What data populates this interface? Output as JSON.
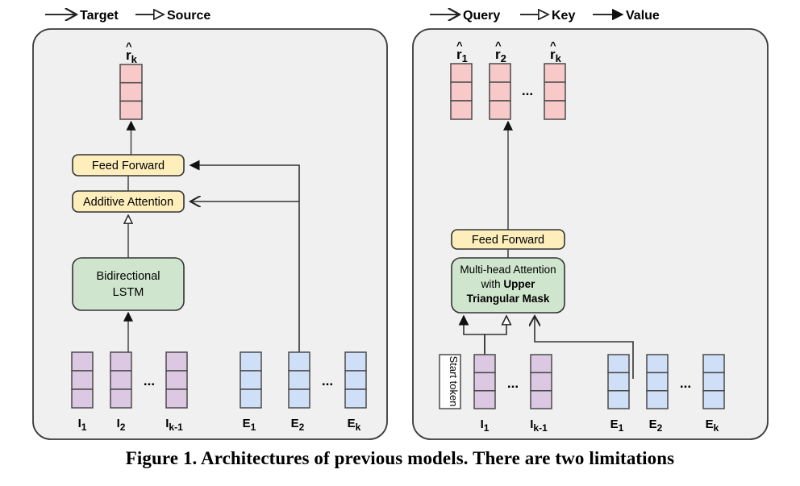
{
  "figure": {
    "caption": "Figure 1.  Architectures of previous models.  There are two limitations",
    "colors": {
      "panel_fill": "#f0f0f0",
      "panel_stroke": "#3a3a3a",
      "output_block": "#f7c9c9",
      "input_token": "#dcc8e2",
      "source_token": "#cfdff7",
      "process_yellow": "#fdeebc",
      "process_green": "#cfe5cd",
      "stroke": "#333333",
      "white": "#ffffff"
    }
  },
  "left_panel": {
    "legend": [
      {
        "label": "Target",
        "arrow": "plain-arrow-icon"
      },
      {
        "label": "Source",
        "arrow": "open-triangle-arrow-icon"
      }
    ],
    "outputs": [
      {
        "label_base": "r",
        "label_sub": "k",
        "hat": true
      }
    ],
    "blocks": [
      {
        "name": "feed-forward",
        "label": "Feed Forward",
        "style": "yellow"
      },
      {
        "name": "additive-attention",
        "label": "Additive Attention",
        "style": "yellow"
      },
      {
        "name": "bidirectional-lstm",
        "label_line1": "Bidirectional",
        "label_line2": "LSTM",
        "style": "green"
      }
    ],
    "input_tokens": [
      {
        "base": "I",
        "sub": "1"
      },
      {
        "base": "I",
        "sub": "2"
      },
      {
        "ellipsis": "..."
      },
      {
        "base": "I",
        "sub": "k-1"
      }
    ],
    "source_tokens": [
      {
        "base": "E",
        "sub": "1"
      },
      {
        "base": "E",
        "sub": "2"
      },
      {
        "ellipsis": "..."
      },
      {
        "base": "E",
        "sub": "k"
      }
    ]
  },
  "right_panel": {
    "legend": [
      {
        "label": "Query",
        "arrow": "plain-arrow-icon"
      },
      {
        "label": "Key",
        "arrow": "open-triangle-arrow-icon"
      },
      {
        "label": "Value",
        "arrow": "filled-triangle-arrow-icon"
      }
    ],
    "outputs": [
      {
        "label_base": "r",
        "label_sub": "1",
        "hat": true
      },
      {
        "label_base": "r",
        "label_sub": "2",
        "hat": true
      },
      {
        "ellipsis": "..."
      },
      {
        "label_base": "r",
        "label_sub": "k",
        "hat": true
      }
    ],
    "blocks": [
      {
        "name": "feed-forward",
        "label": "Feed Forward",
        "style": "yellow"
      },
      {
        "name": "multi-head-attention",
        "label_line1": "Multi-head Attention",
        "label_line2_normal": "with ",
        "label_line2_bold": "Upper",
        "label_line3_bold": "Triangular Mask",
        "style": "green"
      }
    ],
    "start_token": {
      "label": "Start token"
    },
    "input_tokens": [
      {
        "base": "I",
        "sub": "1"
      },
      {
        "ellipsis": "..."
      },
      {
        "base": "I",
        "sub": "k-1"
      }
    ],
    "source_tokens": [
      {
        "base": "E",
        "sub": "1"
      },
      {
        "base": "E",
        "sub": "2"
      },
      {
        "ellipsis": "..."
      },
      {
        "base": "E",
        "sub": "k"
      }
    ]
  }
}
